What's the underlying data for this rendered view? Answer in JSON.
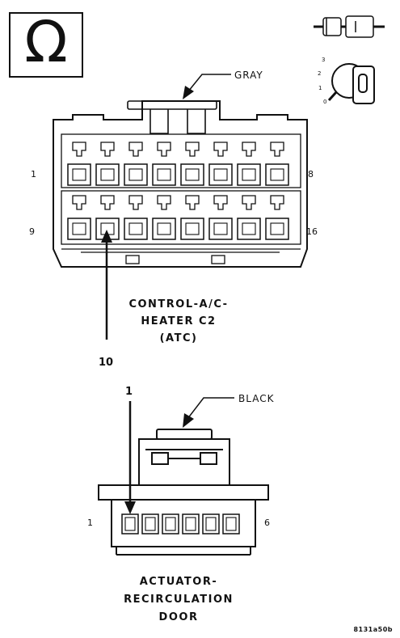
{
  "omega_symbol": "Ω",
  "legend": {
    "ignition_positions": [
      "3",
      "2",
      "1",
      "0"
    ]
  },
  "connectors": [
    {
      "wire_color": "GRAY",
      "title_lines": [
        "CONTROL-A/C-",
        "HEATER C2",
        "(ATC)"
      ],
      "pin_labels": {
        "top_left": "1",
        "top_right": "8",
        "bottom_left": "9",
        "bottom_right": "16"
      },
      "callout_pin": "10"
    },
    {
      "wire_color": "BLACK",
      "title_lines": [
        "ACTUATOR-",
        "RECIRCULATION",
        "DOOR"
      ],
      "pin_labels": {
        "left": "1",
        "right": "6"
      },
      "callout_pin": "1"
    }
  ],
  "figure_id": "8131a50b"
}
